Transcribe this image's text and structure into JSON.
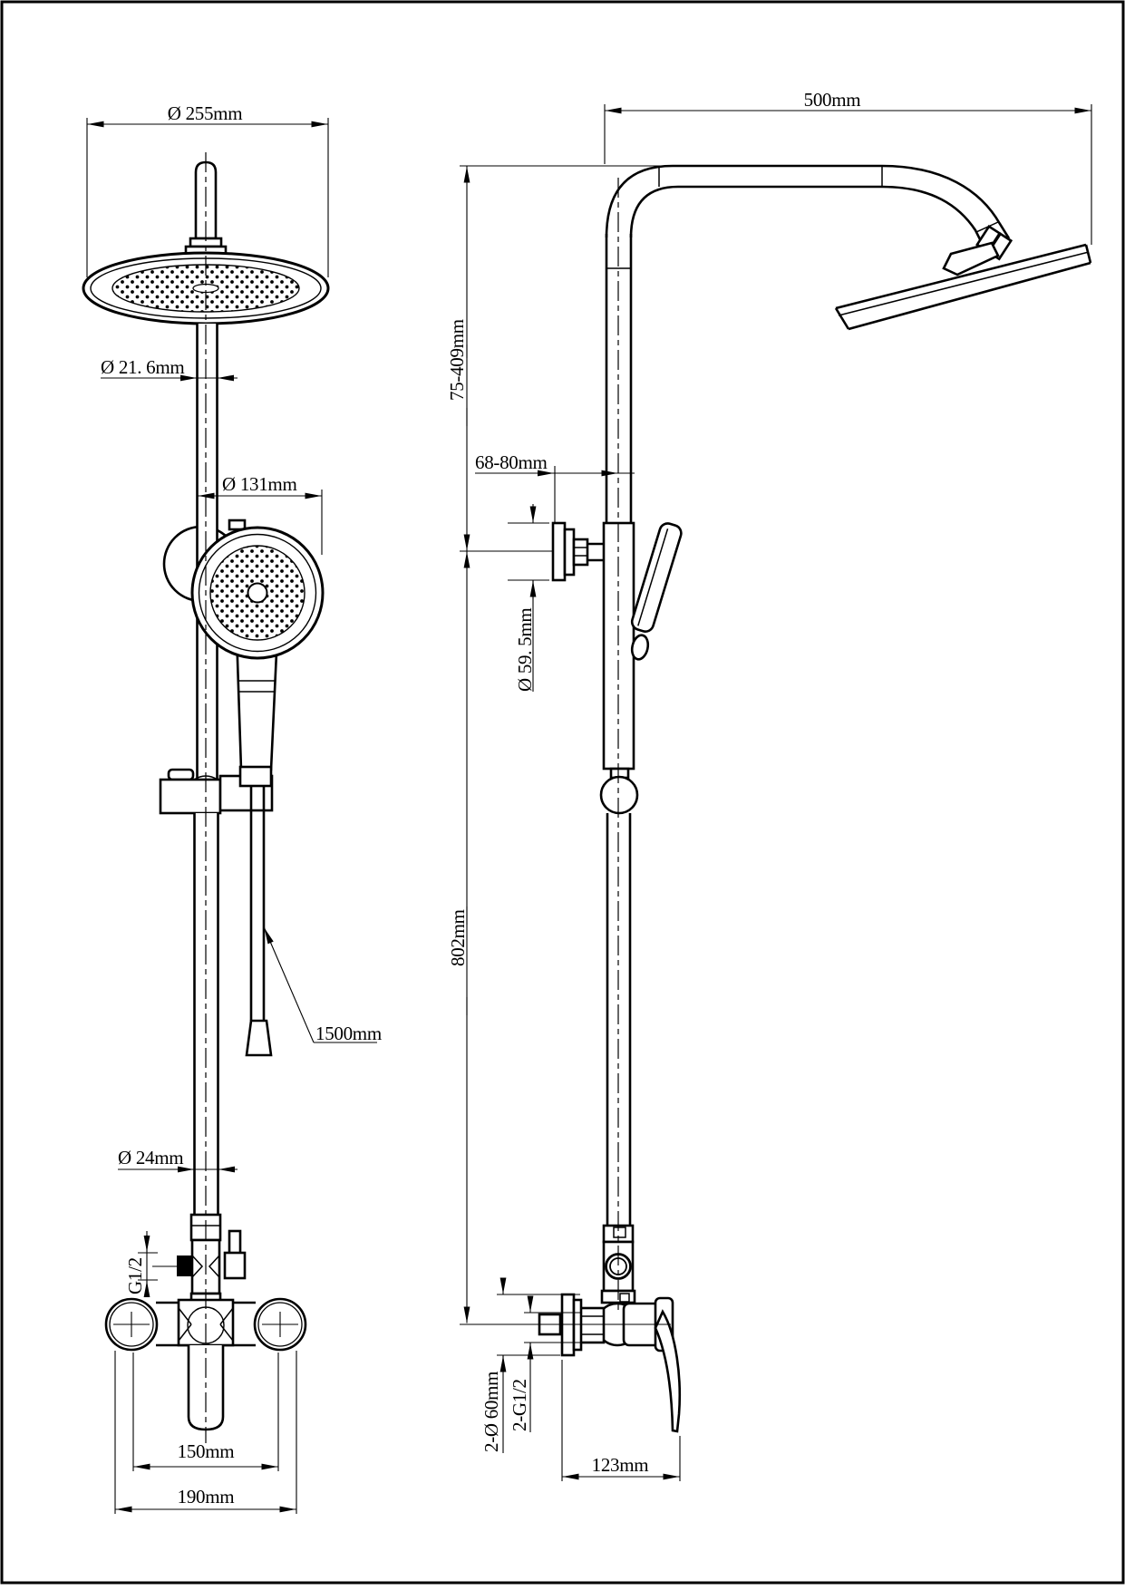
{
  "colors": {
    "ink": "#000000",
    "paper": "#ffffff"
  },
  "front_view": {
    "labels": {
      "head_diameter": "Ø 255mm",
      "top_pipe_diameter": "Ø 21. 6mm",
      "hand_shower_diameter": "Ø 131mm",
      "hose_length": "1500mm",
      "riser_diameter": "Ø 24mm",
      "inlet_thread": "G1/2",
      "inlet_center_distance": "150mm",
      "body_width": "190mm"
    }
  },
  "side_view": {
    "labels": {
      "arm_length": "500mm",
      "head_height_range": "75-409mm",
      "wall_to_pipe_distance": "68-80mm",
      "bracket_flange_diameter": "Ø 59. 5mm",
      "riser_height": "802mm",
      "flange_diameter": "2-Ø 60mm",
      "connection_thread": "2-G1/2",
      "valve_depth": "123mm"
    }
  }
}
